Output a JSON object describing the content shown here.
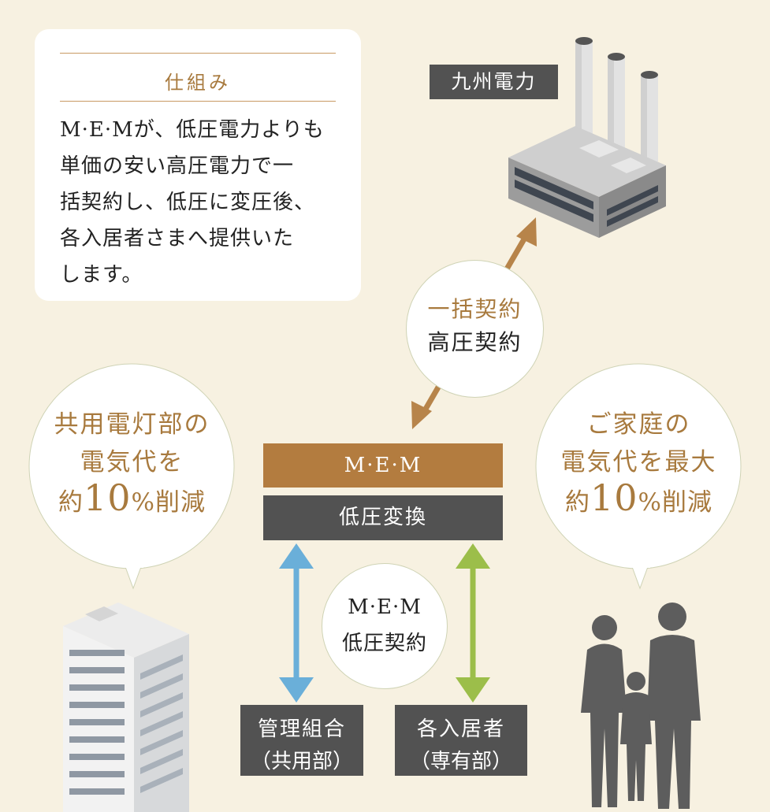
{
  "explanation": {
    "title": "仕組み",
    "lines": [
      "M·E·Mが、低圧電力よりも",
      "単価の安い高圧電力で一",
      "括契約し、低圧に変圧後、",
      "各入居者さまへ提供いた",
      "します。"
    ]
  },
  "supplier": {
    "label": "九州電力"
  },
  "bulk_contract": {
    "line1": "一括契約",
    "line2": "高圧契約"
  },
  "mem": {
    "label": "M·E·M",
    "conversion": "低圧変換"
  },
  "mem_contract": {
    "line1": "M·E·M",
    "line2": "低圧契約"
  },
  "common_savings": {
    "line1": "共用電灯部の",
    "line2": "電気代を",
    "prefix": "約",
    "number": "10",
    "suffix": "%削減"
  },
  "home_savings": {
    "line1": "ご家庭の",
    "line2": "電気代を最大",
    "prefix": "約",
    "number": "10",
    "suffix": "%削減"
  },
  "management": {
    "line1": "管理組合",
    "line2": "（共用部）"
  },
  "residents": {
    "line1": "各入居者",
    "line2": "（専有部）"
  },
  "colors": {
    "background": "#f7f1e1",
    "gold": "#a87a3e",
    "dark": "#525252",
    "blue_arrow": "#6aafd9",
    "green_arrow": "#9cbe4a",
    "brown_arrow": "#b7844a"
  }
}
